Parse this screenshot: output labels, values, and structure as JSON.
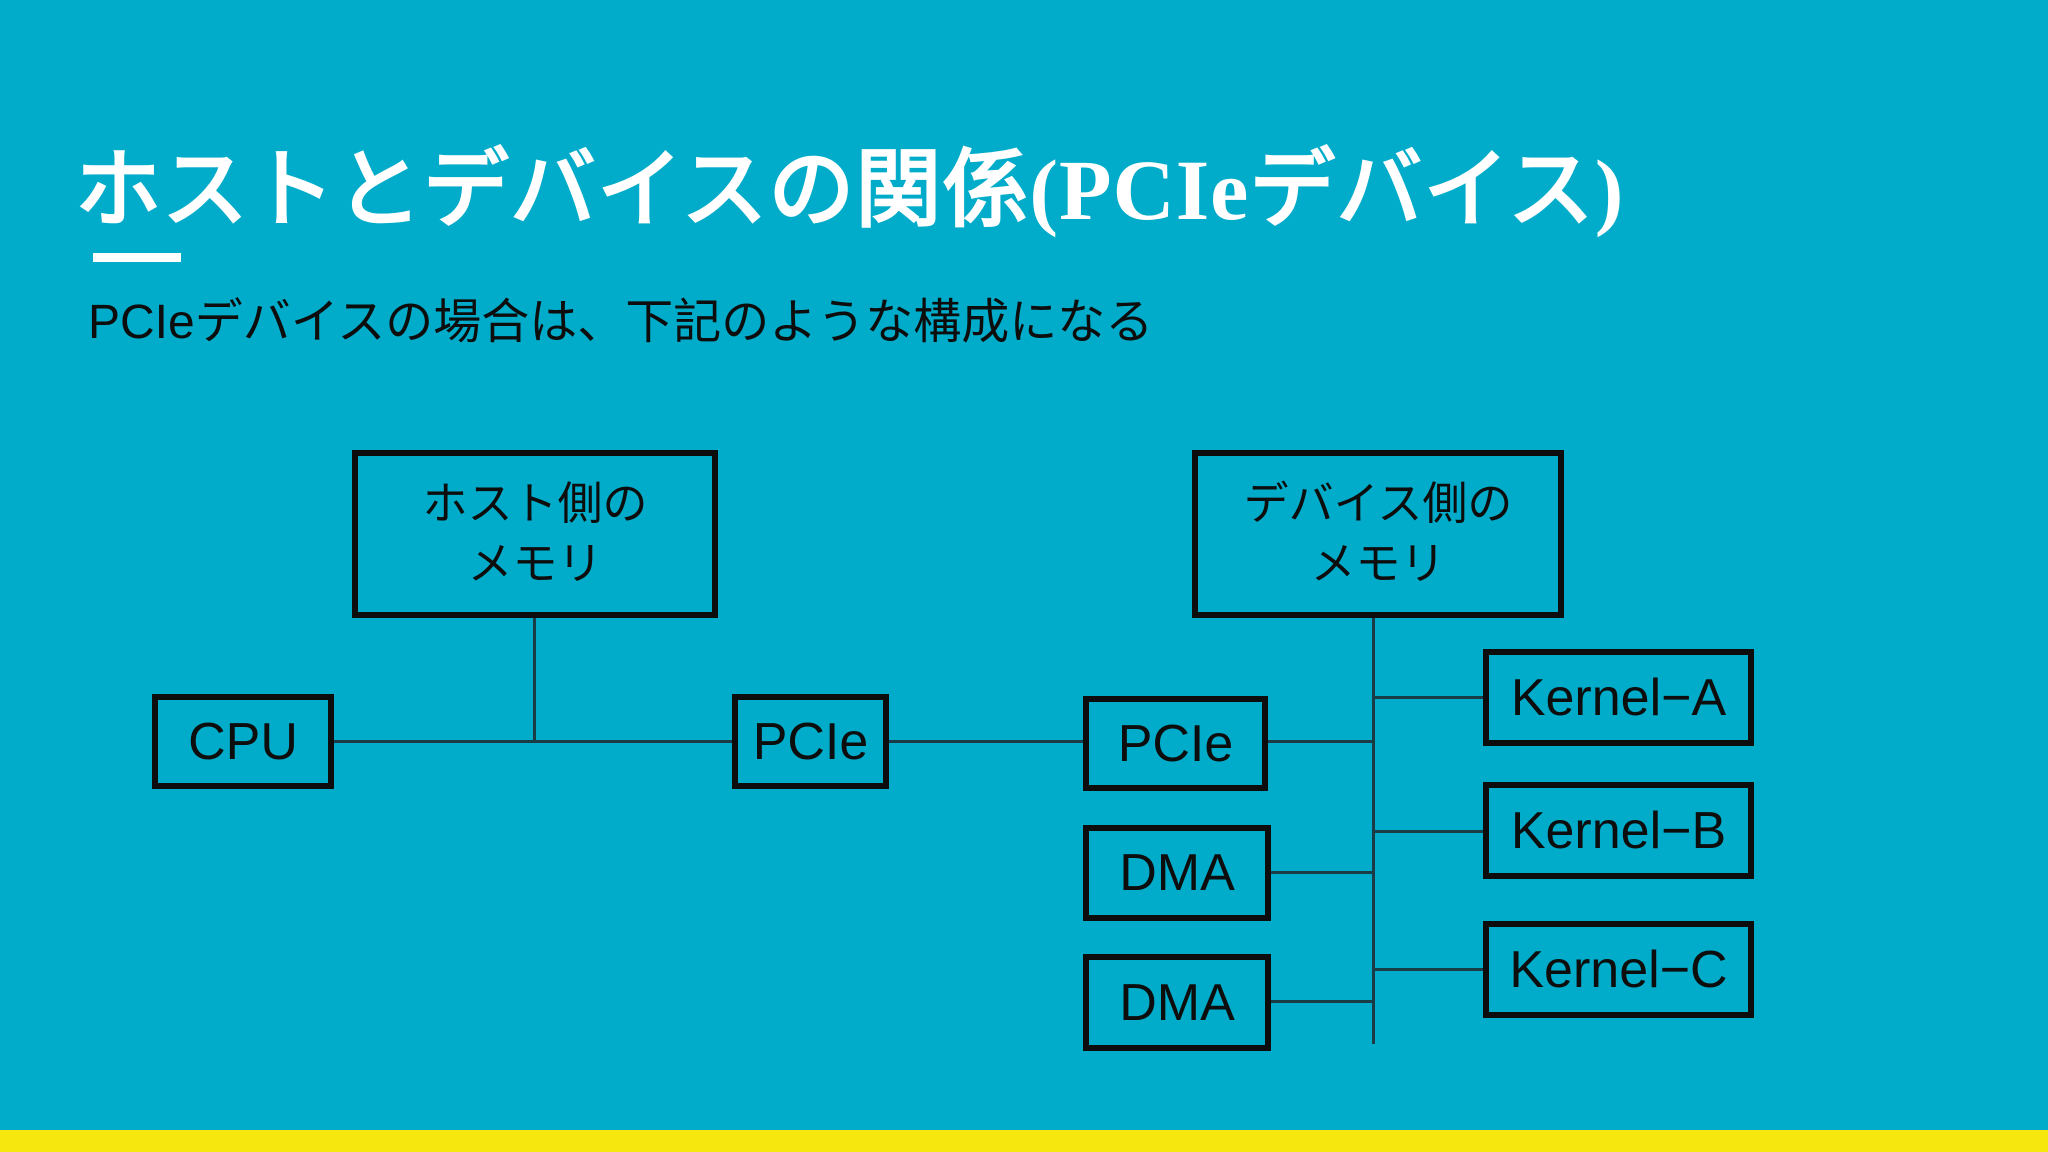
{
  "slide": {
    "title": "ホストとデバイスの関係(PCIeデバイス)",
    "subtitle": "PCIeデバイスの場合は、下記のような構成になる",
    "colors": {
      "background": "#00ACC9",
      "footer_bar": "#F6E70F",
      "title_text": "#FFFFFF",
      "body_text": "#0D0D0D",
      "box_border": "#0D0D0D",
      "connector_line": "#1A3C46"
    }
  },
  "diagram": {
    "nodes": {
      "host_memory": {
        "line1": "ホスト側の",
        "line2": "メモリ"
      },
      "device_memory": {
        "line1": "デバイス側の",
        "line2": "メモリ"
      },
      "cpu": {
        "label": "CPU"
      },
      "pcie_host": {
        "label": "PCIe"
      },
      "pcie_device": {
        "label": "PCIe"
      },
      "dma_top": {
        "label": "DMA"
      },
      "dma_bottom": {
        "label": "DMA"
      },
      "kernel_a": {
        "label": "Kernel−A"
      },
      "kernel_b": {
        "label": "Kernel−B"
      },
      "kernel_c": {
        "label": "Kernel−C"
      }
    }
  }
}
